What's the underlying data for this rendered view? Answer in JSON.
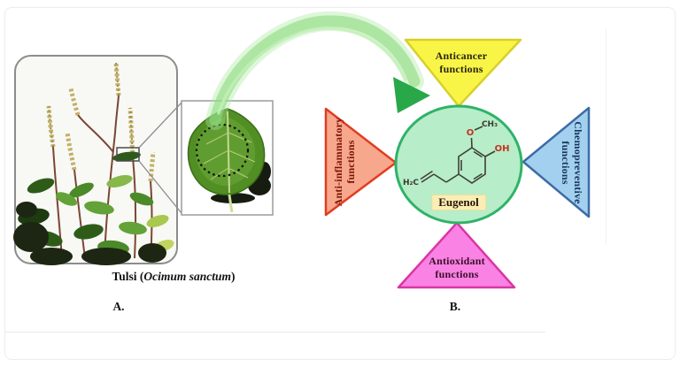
{
  "figure": {
    "panel_a": {
      "caption_prefix": "Tulsi (",
      "caption_species": "Ocimum sanctum",
      "caption_suffix": ")",
      "panel_label": "A."
    },
    "panel_b": {
      "panel_label": "B.",
      "compound": {
        "name": "Eugenol",
        "atoms": {
          "o": "O",
          "ch3": "CH₃",
          "oh": "OH",
          "h2c": "H₂C"
        }
      },
      "functions": {
        "anticancer": {
          "line1": "Anticancer",
          "line2": "functions"
        },
        "anti_inflammatory": {
          "line1": "Anti-inflammatory",
          "line2": "functions"
        },
        "chemopreventive": {
          "line1": "Chemopreventive",
          "line2": "functions"
        },
        "antioxidant": {
          "line1": "Antioxidant",
          "line2": "functions"
        }
      },
      "colors": {
        "anticancer_fill": "#f8f546",
        "anticancer_border": "#d8d02a",
        "anti_inflammatory_fill": "#f7a78b",
        "anti_inflammatory_border": "#e13c22",
        "chemopreventive_fill": "#a4d0ef",
        "chemopreventive_border": "#3c6ca6",
        "antioxidant_fill": "#fa82e4",
        "antioxidant_border": "#d936a4",
        "circle_fill": "#b7edc8",
        "circle_border": "#2fb268",
        "arrow_band": "#8cdc7f",
        "arrowhead": "#17a13b"
      }
    }
  }
}
